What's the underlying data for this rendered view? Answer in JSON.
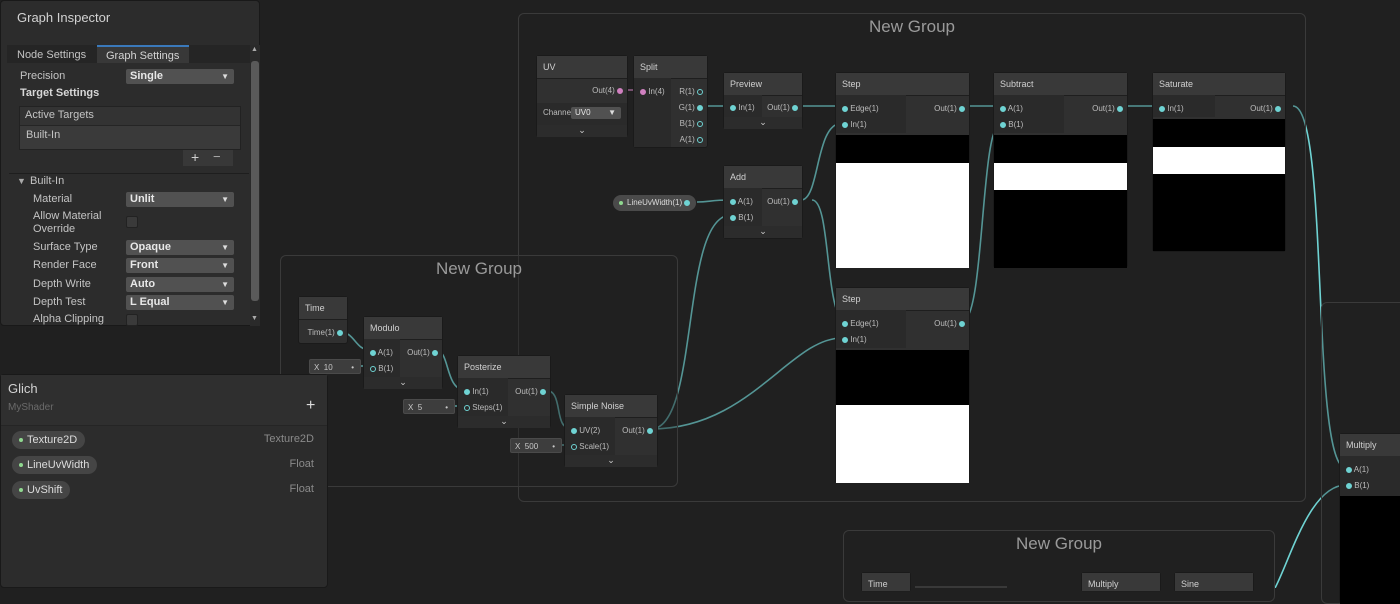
{
  "groups": {
    "main": "New Group",
    "small": "New Group",
    "bottom": "New Group"
  },
  "inspector": {
    "title": "Graph Inspector",
    "tabs": [
      "Node Settings",
      "Graph Settings"
    ],
    "precision_label": "Precision",
    "precision_value": "Single",
    "target_settings": "Target Settings",
    "active_targets": "Active Targets",
    "target_builtin": "Built-In",
    "add": "+",
    "remove": "−",
    "section": "Built-In",
    "material_label": "Material",
    "material_value": "Unlit",
    "allow_override_label": "Allow Material Override",
    "surface_label": "Surface Type",
    "surface_value": "Opaque",
    "render_face_label": "Render Face",
    "render_face_value": "Front",
    "depth_write_label": "Depth Write",
    "depth_write_value": "Auto",
    "depth_test_label": "Depth Test",
    "depth_test_value": "L Equal",
    "alpha_clip_label": "Alpha Clipping"
  },
  "blackboard": {
    "title": "Glich",
    "subtitle": "MyShader",
    "add": "+",
    "properties": [
      {
        "name": "Texture2D",
        "type": "Texture2D"
      },
      {
        "name": "LineUvWidth",
        "type": "Float"
      },
      {
        "name": "UvShift",
        "type": "Float"
      }
    ]
  },
  "nodes": {
    "uv": {
      "title": "UV",
      "out": "Out(4)",
      "channel_label": "Channe",
      "channel_value": "UV0"
    },
    "split": {
      "title": "Split",
      "in": "In(4)",
      "r": "R(1)",
      "g": "G(1)",
      "b": "B(1)",
      "a": "A(1)"
    },
    "preview": {
      "title": "Preview",
      "in": "In(1)",
      "out": "Out(1)"
    },
    "add": {
      "title": "Add",
      "a": "A(1)",
      "b": "B(1)",
      "out": "Out(1)"
    },
    "lineuv": {
      "label": "LineUvWidth(1)"
    },
    "step1": {
      "title": "Step",
      "edge": "Edge(1)",
      "in": "In(1)",
      "out": "Out(1)"
    },
    "step2": {
      "title": "Step",
      "edge": "Edge(1)",
      "in": "In(1)",
      "out": "Out(1)"
    },
    "subtract": {
      "title": "Subtract",
      "a": "A(1)",
      "b": "B(1)",
      "out": "Out(1)"
    },
    "saturate": {
      "title": "Saturate",
      "in": "In(1)",
      "out": "Out(1)"
    },
    "time": {
      "title": "Time",
      "out": "Time(1)"
    },
    "modulo": {
      "title": "Modulo",
      "a": "A(1)",
      "b": "B(1)",
      "out": "Out(1)",
      "x": "X",
      "val": "10"
    },
    "posterize": {
      "title": "Posterize",
      "in": "In(1)",
      "steps": "Steps(1)",
      "out": "Out(1)",
      "x": "X",
      "val": "5"
    },
    "noise": {
      "title": "Simple Noise",
      "uv": "UV(2)",
      "scale": "Scale(1)",
      "out": "Out(1)",
      "x": "X",
      "val": "500"
    },
    "multiply": {
      "title": "Multiply",
      "a": "A(1)",
      "b": "B(1)"
    },
    "time2": {
      "title": "Time"
    },
    "multiply2": {
      "title": "Multiply"
    },
    "sine": {
      "title": "Sine"
    }
  }
}
